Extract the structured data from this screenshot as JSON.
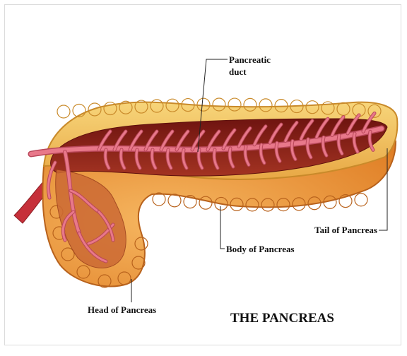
{
  "title": "THE PANCREAS",
  "labels": {
    "duct_line1": "Pancreatic",
    "duct_line2": "duct",
    "tail": "Tail of Pancreas",
    "body": "Body of Pancreas",
    "head": "Head of Pancreas"
  },
  "colors": {
    "outer_lobules": "#f2c15a",
    "outer_lobule_edge": "#c98a2a",
    "lower_tissue": "#e9902f",
    "lower_tissue_edge": "#b8621c",
    "inner_core": "#8a1f18",
    "inner_core_light": "#b3402c",
    "duct": "#e8788a",
    "duct_edge": "#b9475a",
    "vessel": "#c6303a"
  }
}
